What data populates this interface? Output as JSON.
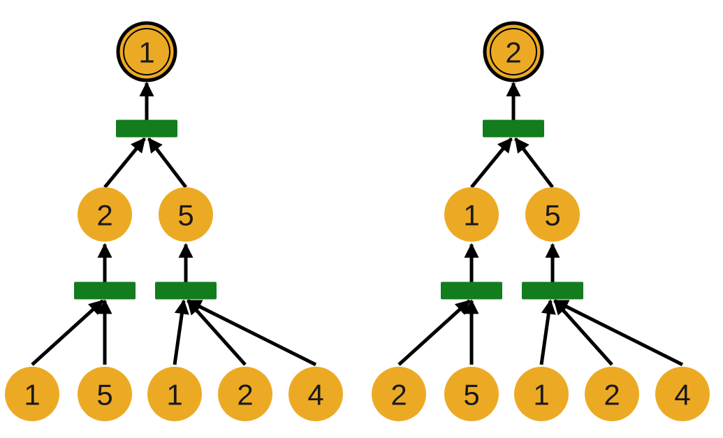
{
  "colors": {
    "node_fill": "#ECAA24",
    "junction_fill": "#137C1C",
    "edge": "#000000",
    "text": "#1a1a1a"
  },
  "trees": [
    {
      "root": {
        "label": "1",
        "style": "double-ring"
      },
      "children": [
        {
          "label": "2",
          "leaves": [
            "1",
            "5"
          ]
        },
        {
          "label": "5",
          "leaves": [
            "1",
            "2",
            "4"
          ]
        }
      ]
    },
    {
      "root": {
        "label": "2",
        "style": "double-ring"
      },
      "children": [
        {
          "label": "1",
          "leaves": [
            "2",
            "5"
          ]
        },
        {
          "label": "5",
          "leaves": [
            "1",
            "2",
            "4"
          ]
        }
      ]
    }
  ]
}
